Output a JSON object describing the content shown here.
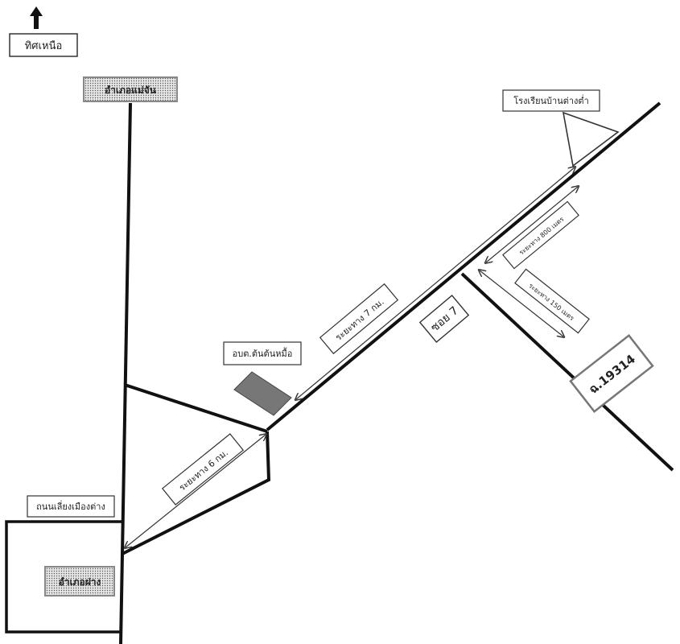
{
  "map": {
    "north_label": "ทิศเหนือ",
    "district_top": "อำเภอแม่จัน",
    "school": "โรงเรียนบ้านต่างต่ำ",
    "tambon_office": "อบต.ต้นต้นหมื้อ",
    "local_road": "ถนนเลี่ยงเมืองต่าง",
    "district_bottom": "อำเภอฝาง",
    "soi": "ซอย 7",
    "road_code": "ฉ.19314",
    "dist_6km": "ระยะทาง 6 กม.",
    "dist_7km": "ระยะทาง 7 กม.",
    "dist_800m": "ระยะทาง 800 เมตร",
    "dist_150m": "ระยะทาง 150 เมตร"
  },
  "colors": {
    "road": "#111111",
    "building": "#777777",
    "dotted_fill": "#d8d8d8",
    "box_border": "#555555"
  },
  "icons": {
    "north": "north-arrow-icon"
  }
}
